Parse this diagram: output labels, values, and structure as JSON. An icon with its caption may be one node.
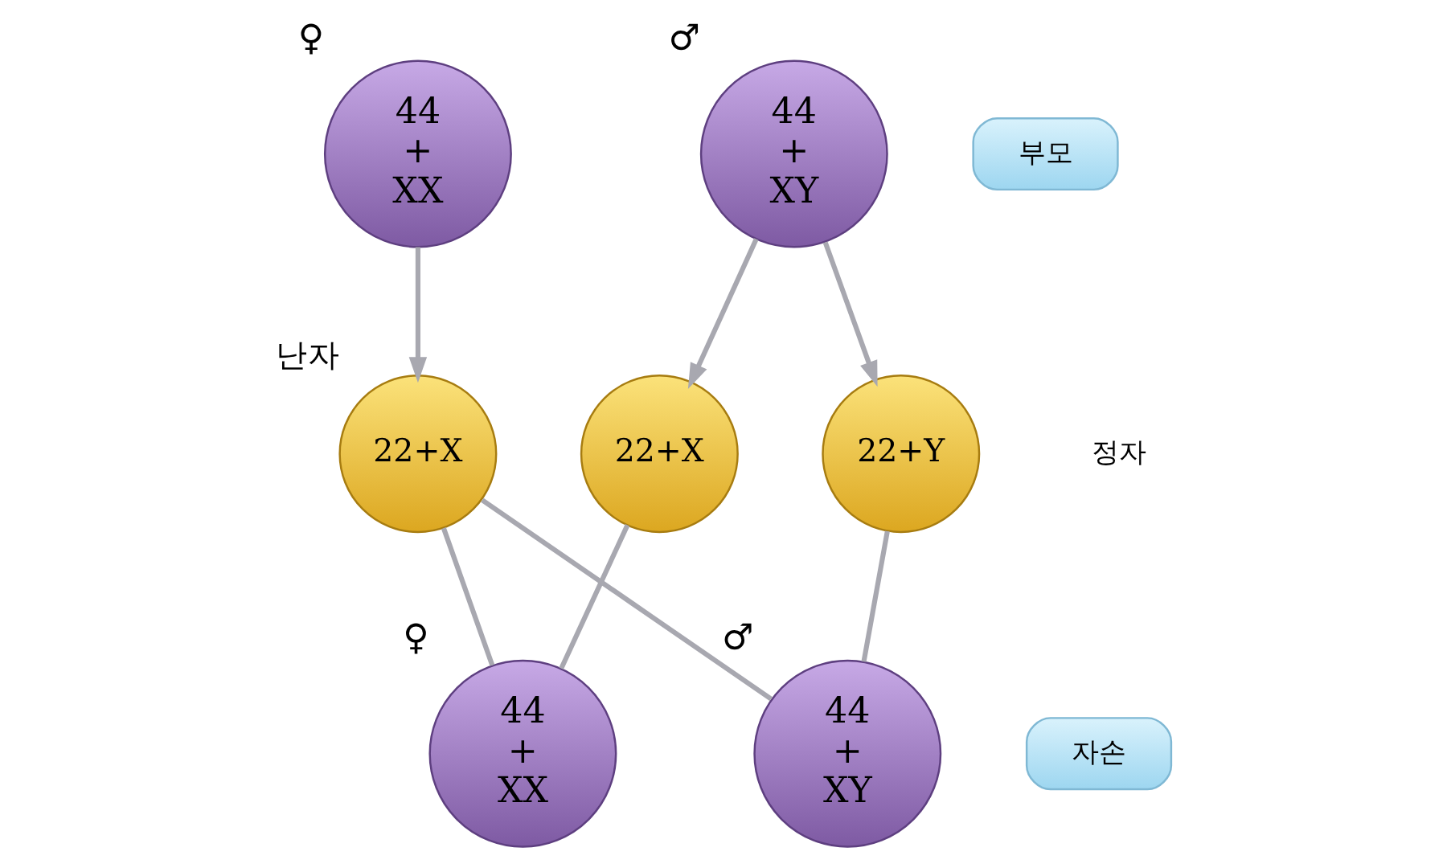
{
  "diagram": {
    "nodes": [
      {
        "text": [
          "44 + XY"
        ],
        "beside": [
          "♂"
        ]
      },
      {
        "text": [
          "부모"
        ]
      },
      {
        "text": [
          "44 + XX"
        ],
        "beside": [
          "♀"
        ]
      },
      {
        "text": [
          "22+X"
        ]
      },
      {
        "text": [
          "22+Y"
        ]
      },
      {
        "text": [
          "22+X"
        ],
        "beside": [
          "난자"
        ]
      },
      {
        "text": [
          "44 + XX"
        ],
        "beside": [
          "♀"
        ]
      },
      {
        "text": [
          "자손"
        ]
      },
      {
        "text": [
          "44 + XY"
        ],
        "beside": [
          "♂"
        ]
      }
    ],
    "edges": [
      {
        "from": 0,
        "to": 3,
        "arrow": "to"
      },
      {
        "from": 0,
        "to": 4,
        "arrow": "to"
      },
      {
        "from": 2,
        "to": 5,
        "arrow": "to"
      },
      {
        "from": 3,
        "to": 6,
        "arrow": "none"
      },
      {
        "from": 5,
        "to": 6,
        "arrow": "none"
      },
      {
        "from": 4,
        "to": 8,
        "arrow": "none"
      },
      {
        "from": 5,
        "to": 8,
        "arrow": "none"
      }
    ],
    "labels": [
      "정자"
    ]
  }
}
